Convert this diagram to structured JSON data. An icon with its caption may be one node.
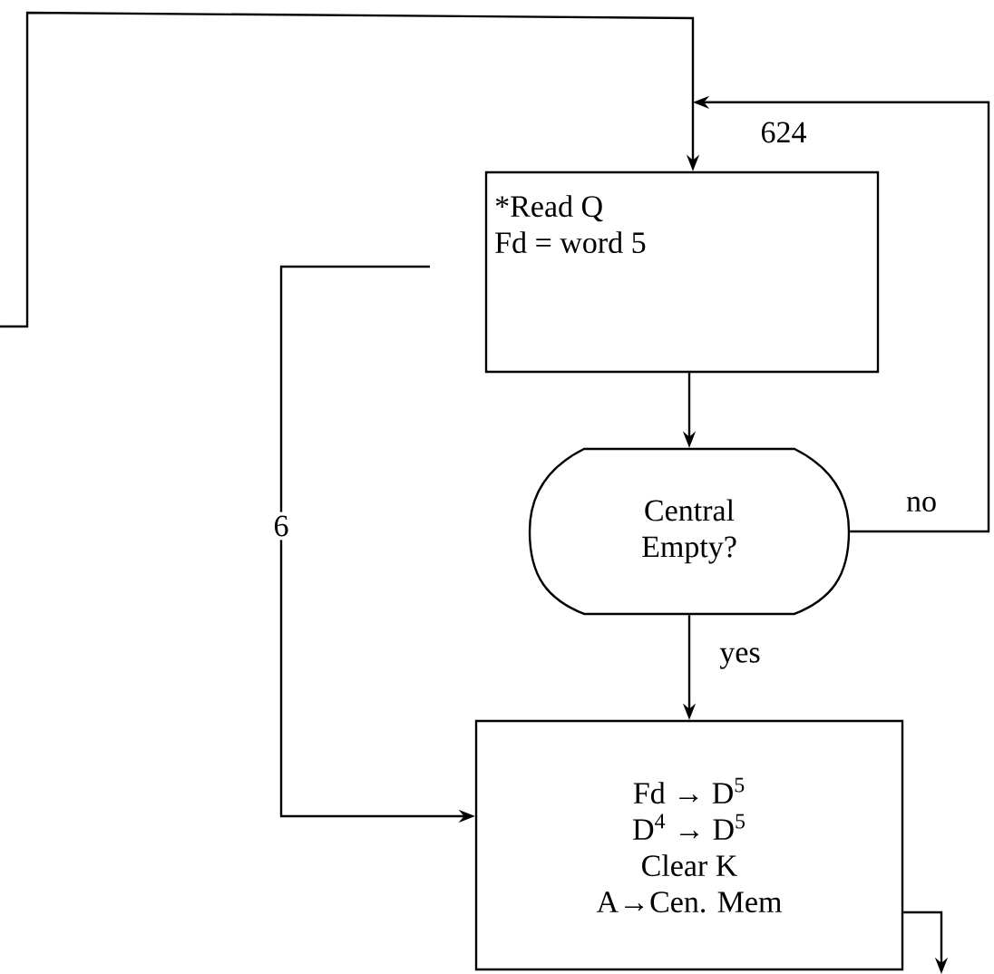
{
  "diagram": {
    "nodes": [
      {
        "text": [
          "*Read Q",
          "Fd = word 5"
        ]
      },
      {
        "text": [
          "Central Empty?"
        ]
      },
      {
        "text": [
          "Fd → D$^{5}$",
          "D$^{4}$ → D$^{5}$",
          "Clear K",
          "A→Cen. Mem"
        ]
      }
    ],
    "edges": [
      {
        "from": null,
        "to": 0,
        "arrow": "to"
      },
      {
        "from": 1,
        "to": 0,
        "arrow": "to",
        "label": "no"
      },
      {
        "from": 0,
        "to": 1,
        "arrow": "to"
      },
      {
        "from": 1,
        "to": 2,
        "arrow": "to",
        "label": "yes"
      },
      {
        "from": null,
        "to": 2,
        "arrow": "to",
        "label": "6"
      },
      {
        "from": 2,
        "to": null,
        "arrow": "to"
      }
    ],
    "labels": [
      "624"
    ]
  }
}
